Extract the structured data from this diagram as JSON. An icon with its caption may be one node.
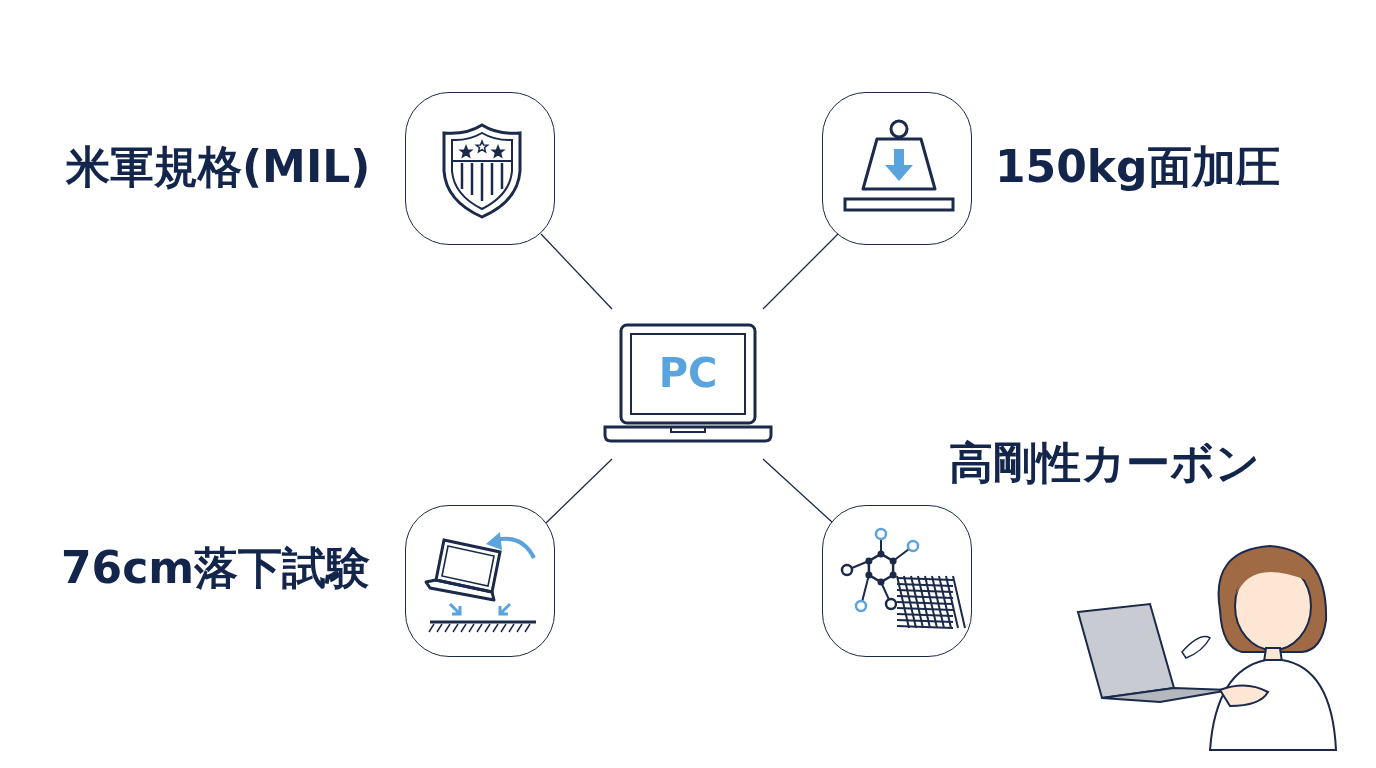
{
  "diagram": {
    "nodes": [
      {
        "text": [],
        "shape": "box",
        "beside": [
          "米軍規格(MIL)"
        ]
      },
      {
        "text": [],
        "shape": "box",
        "beside": [
          "150kg面加圧"
        ]
      },
      {
        "text": [
          "PC"
        ]
      },
      {
        "text": [],
        "shape": "box",
        "beside": [
          "76cm落下試験"
        ]
      },
      {
        "text": [],
        "shape": "box",
        "beside": [
          "高剛性カーボン"
        ]
      }
    ],
    "edges": [
      {
        "from": 2,
        "to": 0,
        "arrow": "none"
      },
      {
        "from": 2,
        "to": 1,
        "arrow": "none"
      },
      {
        "from": 2,
        "to": 3,
        "arrow": "none"
      },
      {
        "from": 2,
        "to": 4,
        "arrow": "none"
      }
    ]
  }
}
